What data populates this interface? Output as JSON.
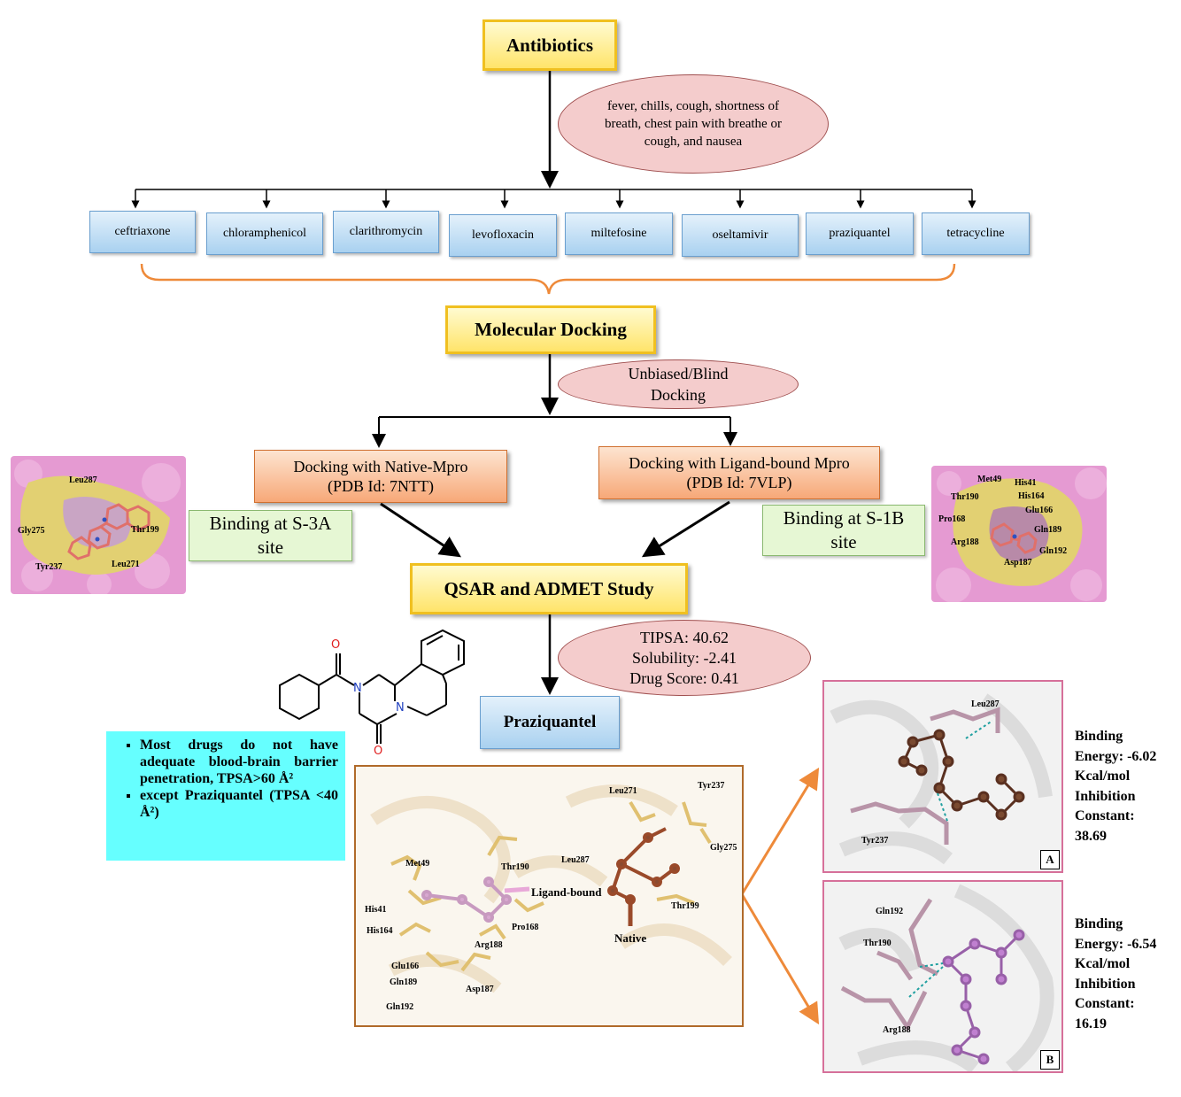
{
  "title_box": "Antibiotics",
  "symptoms": "fever, chills, cough, shortness of breath, chest pain with breathe or cough, and nausea",
  "drugs": [
    "ceftriaxone",
    "chloramphenicol",
    "clarithromycin",
    "levofloxacin",
    "miltefosine",
    "oseltamivir",
    "praziquantel",
    "tetracycline"
  ],
  "molecular_docking": "Molecular Docking",
  "docking_type": "Unbiased/Blind Docking",
  "native": {
    "line1": "Docking with Native-Mpro",
    "line2": "(PDB Id: 7NTT)"
  },
  "ligand": {
    "line1": "Docking with Ligand-bound Mpro",
    "line2": "(PDB Id: 7VLP)"
  },
  "binding_left": "Binding at S-3A site",
  "binding_right": "Binding at S-1B site",
  "qsar": "QSAR and ADMET Study",
  "props": {
    "tpsa": "TIPSA: 40.62",
    "solubility": "Solubility: -2.41",
    "drug_score": "Drug Score: 0.41"
  },
  "result": "Praziquantel",
  "notes": [
    "Most drugs do not have adequate blood-brain barrier penetration, TPSA>60 Å²",
    "except Praziquantel (TPSA <40 Å²)"
  ],
  "left_residues": [
    "Leu287",
    "Gly275",
    "Thr199",
    "Tyr237",
    "Leu271"
  ],
  "right_residues": [
    "Met49",
    "His41",
    "Thr190",
    "His164",
    "Glu166",
    "Pro168",
    "Gln189",
    "Arg188",
    "Gln192",
    "Asp187"
  ],
  "center_residues": [
    "Leu271",
    "Tyr237",
    "Met49",
    "Thr190",
    "Leu287",
    "Gly275",
    "His41",
    "Thr199",
    "Pro168",
    "His164",
    "Arg188",
    "Glu166",
    "Gln189",
    "Asp187",
    "Gln192"
  ],
  "center_labels": {
    "ligand_bound": "Ligand-bound",
    "native": "Native"
  },
  "panel_a": {
    "letter": "A",
    "residues": [
      "Leu287",
      "Tyr237"
    ]
  },
  "panel_b": {
    "letter": "B",
    "residues": [
      "Gln192",
      "Thr190",
      "Arg188"
    ]
  },
  "energy_a": [
    "Binding",
    "Energy: -6.02",
    "Kcal/mol",
    "Inhibition",
    "Constant:",
    "38.69"
  ],
  "energy_b": [
    "Binding",
    "Energy: -6.54",
    "Kcal/mol",
    "Inhibition",
    "Constant:",
    "16.19"
  ],
  "colors": {
    "yellow_box": "#ffe46a",
    "blue_box": "#a9d1f0",
    "oval": "#f4cccc",
    "orange_box": "#f7a878",
    "green_box": "#e6f7d4",
    "cyan_note": "#66ffff",
    "connector_orange": "#ee8a3a",
    "panel_border": "#d6709a",
    "center_border": "#b06a2a"
  }
}
